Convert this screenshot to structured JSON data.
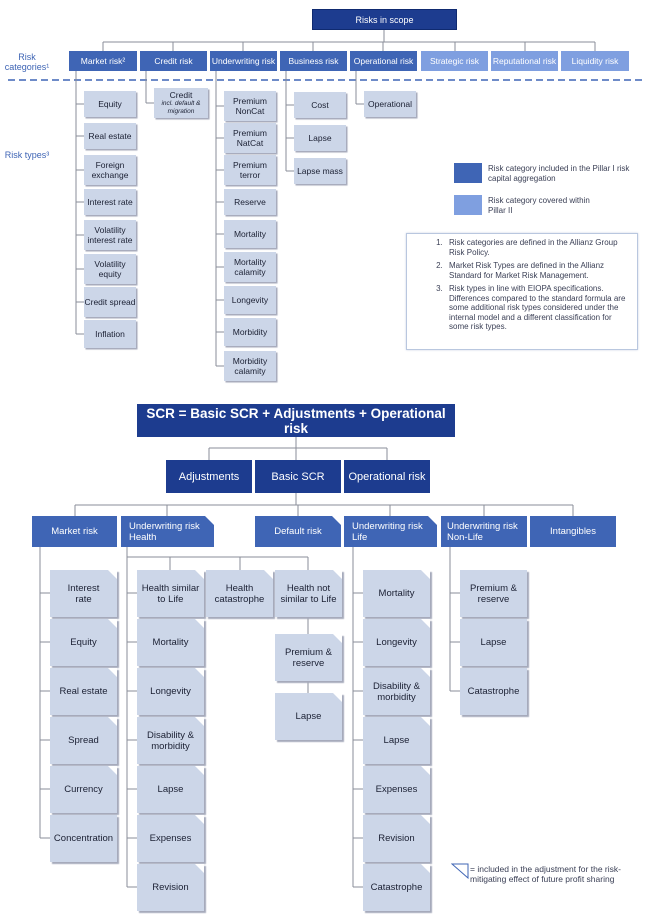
{
  "top": {
    "title": "Risks in scope",
    "side_labels": {
      "categories": "Risk categories¹",
      "types": "Risk types³"
    },
    "categories": [
      "Market risk²",
      "Credit risk",
      "Underwriting risk",
      "Business risk",
      "Operational risk",
      "Strategic risk",
      "Reputational risk",
      "Liquidity risk"
    ],
    "types": {
      "market": [
        "Equity",
        "Real estate",
        "Foreign exchange",
        "Interest rate",
        "Volatility interest rate",
        "Volatility equity",
        "Credit spread",
        "Inflation"
      ],
      "credit": {
        "label": "Credit",
        "note": "incl. default & migration"
      },
      "underwriting": [
        "Premium NonCat",
        "Premium NatCat",
        "Premium terror",
        "Reserve",
        "Mortality",
        "Mortality calamity",
        "Longevity",
        "Morbidity",
        "Morbidity calamity"
      ],
      "business": [
        "Cost",
        "Lapse",
        "Lapse mass"
      ],
      "operational": [
        "Operational"
      ]
    },
    "legend": [
      {
        "text": "Risk category included in the Pillar I risk capital aggregation",
        "color": "#3f65b5"
      },
      {
        "text": "Risk category covered within Pillar II",
        "color": "#7f9fe0"
      }
    ],
    "notes": [
      "Risk categories are defined in the Allianz Group Risk Policy.",
      "Market Risk Types are defined in the Allianz Standard for Market Risk Management.",
      "Risk types in line with EIOPA specifications. Differences compared to the standard formula are some additional risk types considered under the internal model and a different classification for some risk types."
    ]
  },
  "bottom": {
    "title": "SCR = Basic SCR + Adjustments + Operational risk",
    "level2": [
      "Adjustments",
      "Basic SCR",
      "Operational risk"
    ],
    "modules": [
      "Market risk",
      "Underwriting risk Health",
      "Default risk",
      "Underwriting risk Life",
      "Underwriting risk Non-Life",
      "Intangibles"
    ],
    "market": [
      "Interest rate",
      "Equity",
      "Real estate",
      "Spread",
      "Currency",
      "Concentration"
    ],
    "health": [
      "Mortality",
      "Longevity",
      "Disability & morbidity",
      "Lapse",
      "Expenses",
      "Revision"
    ],
    "health_groups": [
      "Health similar to Life",
      "Health catastrophe",
      "Health not similar to Life"
    ],
    "health_nsl": [
      "Premium & reserve",
      "Lapse"
    ],
    "life": [
      "Mortality",
      "Longevity",
      "Disability & morbidity",
      "Lapse",
      "Expenses",
      "Revision",
      "Catastrophe"
    ],
    "nonlife": [
      "Premium & reserve",
      "Lapse",
      "Catastrophe"
    ],
    "legend": "= included in the adjustment for the risk-mitigating effect of future profit sharing"
  }
}
